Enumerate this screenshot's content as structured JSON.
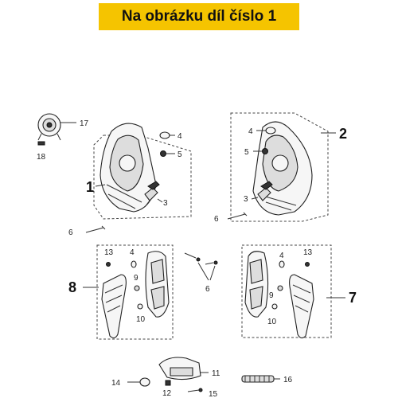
{
  "banner": {
    "text": "Na obrázku díl číslo 1"
  },
  "callouts": {
    "c1": "1",
    "c2": "2",
    "c3a": "3",
    "c3b": "3",
    "c4a": "4",
    "c4b": "4",
    "c4c": "4",
    "c4d": "4",
    "c5a": "5",
    "c5b": "5",
    "c6a": "6",
    "c6b": "6",
    "c6c": "6",
    "c7": "7",
    "c8": "8",
    "c9a": "9",
    "c9b": "9",
    "c10a": "10",
    "c10b": "10",
    "c11": "11",
    "c12": "12",
    "c13a": "13",
    "c13b": "13",
    "c14": "14",
    "c15": "15",
    "c16": "16",
    "c17": "17",
    "c18": "18"
  }
}
